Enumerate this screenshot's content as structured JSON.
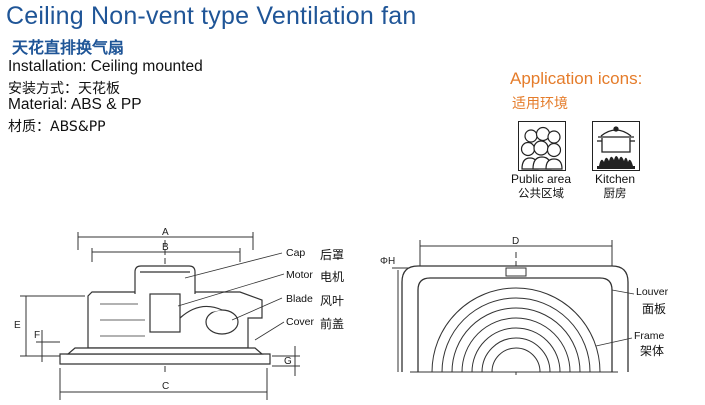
{
  "header": {
    "title": "Ceiling Non-vent type Ventilation fan",
    "subtitle_cn": "天花直排换气扇"
  },
  "specs": {
    "installation_en": "Installation: Ceiling mounted",
    "installation_cn": "安装方式：天花板",
    "material_en": "Material: ABS & PP",
    "material_cn": "材质：ABS&PP"
  },
  "application": {
    "title_en": "Application icons:",
    "title_cn": "适用环境",
    "icons": [
      {
        "name_en": "Public area",
        "name_cn": "公共区域",
        "icon": "people-icon"
      },
      {
        "name_en": "Kitchen",
        "name_cn": "厨房",
        "icon": "cooking-pot-icon"
      }
    ]
  },
  "side_view": {
    "dims": {
      "a": "A",
      "b": "B",
      "c": "C",
      "e": "E",
      "f": "F",
      "g": "G"
    },
    "parts": [
      {
        "en": "Cap",
        "cn": "后罩"
      },
      {
        "en": "Motor",
        "cn": "电机"
      },
      {
        "en": "Blade",
        "cn": "风叶"
      },
      {
        "en": "Cover",
        "cn": "前盖"
      }
    ]
  },
  "front_view": {
    "dims": {
      "d": "D",
      "h": "ΦH"
    },
    "parts": [
      {
        "en": "Louver",
        "cn": "面板"
      },
      {
        "en": "Frame",
        "cn": "架体"
      }
    ]
  },
  "colors": {
    "title_blue": "#1f5597",
    "accent_orange": "#e57c2a",
    "line": "#333333"
  }
}
